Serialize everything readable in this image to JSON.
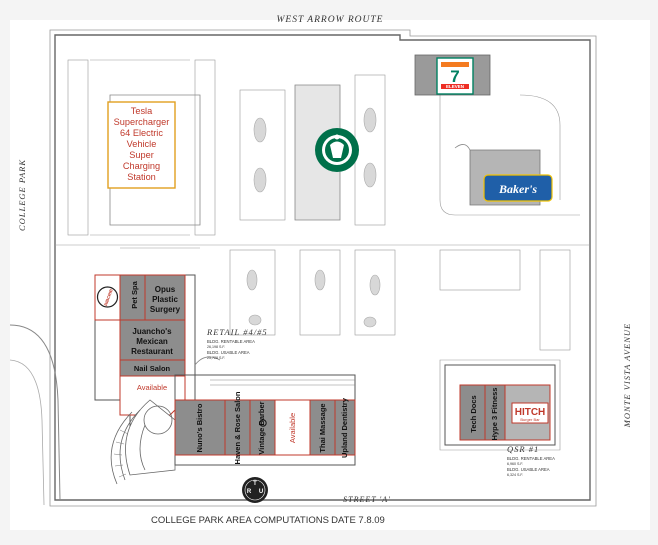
{
  "streets": {
    "north": "WEST ARROW ROUTE",
    "west": "COLLEGE PARK",
    "east": "MONTE VISTA AVENUE",
    "south": "STREET 'A'"
  },
  "footer": {
    "computations": "COLLEGE PARK AREA COMPUTATIONS",
    "date": "DATE 7.8.09"
  },
  "tesla": {
    "lines": [
      "Tesla",
      "Supercharger",
      "64 Electric",
      "Vehicle",
      "Super",
      "Charging",
      "Station"
    ]
  },
  "brands": {
    "seven_eleven": "ELEVEN",
    "bakers": "Baker's",
    "hitch": "HITCH",
    "hitch_sub": "Burger Bar",
    "ribcrib": "RIBCRIB",
    "logo_letters": [
      "T",
      "R",
      "U"
    ]
  },
  "building_retail": {
    "label": "RETAIL #4/#5",
    "line1": "BLDG. RENTABLE AREA",
    "line1_value": "26,198 S.F.",
    "line2": "BLDG. USABLE AREA",
    "line2_value": "25,728 S.F."
  },
  "building_qsr": {
    "label": "QSR #1",
    "line1": "BLDG. RENTABLE AREA",
    "line1_value": "6,960 S.F.",
    "line2": "BLDG. USABLE AREA",
    "line2_value": "6,324 S.F."
  },
  "units": {
    "pet_spa": "Pet Spa",
    "opus": [
      "Opus",
      "Plastic",
      "Surgery"
    ],
    "juanchos": [
      "Juancho's",
      "Mexican",
      "Restaurant"
    ],
    "nail_salon": "Nail Salon",
    "available_west": "Available",
    "nunos": "Nuno's Bistro",
    "haven": "Haven & Rose Salon",
    "vintage": "Vintage Barber",
    "available_south": "Available",
    "thai": "Thai Massage",
    "upland": "Upland Dentistry",
    "tech_docs": "Tech Docs",
    "hype": "Hype 3 Fitness"
  },
  "colors": {
    "highlight": "#c0392b",
    "building_fill": "#8d8d8d",
    "tesla_border": "#e0a020",
    "starbucks": "#00704a",
    "seven_green": "#008061",
    "seven_orange": "#f47b20",
    "bakers_blue": "#1f5fa8"
  }
}
